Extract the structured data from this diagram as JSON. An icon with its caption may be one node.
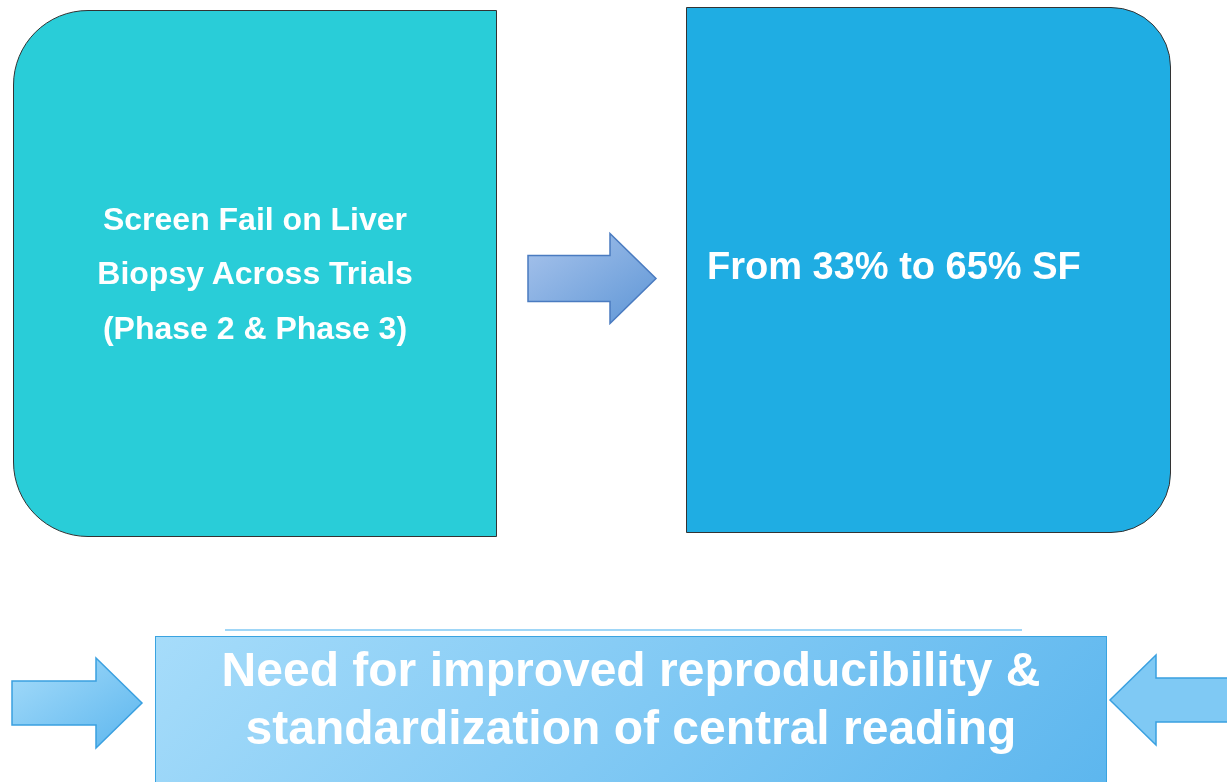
{
  "diagram": {
    "nodes": [
      {
        "text": [
          "Screen Fail on Liver Biopsy Across Trials (Phase 2 & Phase 3)"
        ]
      },
      {
        "text": [
          "From 33% to 65% SF"
        ]
      },
      {
        "text": [
          "Need for improved reproducibility & standardization of central reading"
        ]
      }
    ],
    "edges": [
      {
        "from": 0,
        "to": 1,
        "arrow": "to"
      },
      {
        "from": null,
        "to": 2,
        "arrow": "to"
      },
      {
        "from": null,
        "to": 2,
        "arrow": "to",
        "color": "#7fc9f4"
      }
    ]
  }
}
